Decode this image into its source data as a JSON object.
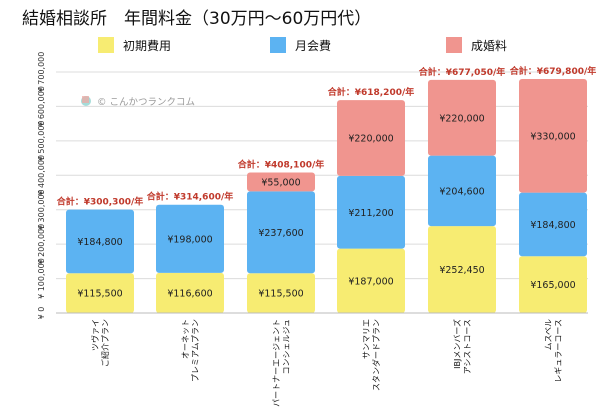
{
  "chart_data": {
    "type": "bar",
    "title": "結婚相談所　年間料金（30万円〜60万円代）",
    "watermark": "© こんかつランクコム",
    "categories": [
      [
        "ツヴァイ",
        "ご紹介プラン"
      ],
      [
        "オーネット",
        "プレミアムプラン"
      ],
      [
        "パートナーエージェント",
        "コンシェルジュ"
      ],
      [
        "サンマリエ",
        "スタンダードプラン"
      ],
      [
        "IBJメンバーズ",
        "アシストコース"
      ],
      [
        "ムスベル",
        "レギュラーコース"
      ]
    ],
    "series": [
      {
        "name": "初期費用",
        "color": "#f7ec72",
        "values": [
          115500,
          116600,
          115500,
          187000,
          252450,
          165000
        ],
        "labels": [
          "¥115,500",
          "¥116,600",
          "¥115,500",
          "¥187,000",
          "¥252,450",
          "¥165,000"
        ]
      },
      {
        "name": "月会費",
        "color": "#5cb3f2",
        "values": [
          184800,
          198000,
          237600,
          211200,
          204600,
          184800
        ],
        "labels": [
          "¥184,800",
          "¥198,000",
          "¥237,600",
          "¥211,200",
          "¥204,600",
          "¥184,800"
        ]
      },
      {
        "name": "成婚料",
        "color": "#f0958f",
        "values": [
          0,
          0,
          55000,
          220000,
          220000,
          330000
        ],
        "labels": [
          "",
          "",
          "¥55,000",
          "¥220,000",
          "¥220,000",
          "¥330,000"
        ]
      }
    ],
    "totals": [
      "合計：¥300,300/年",
      "合計：¥314,600/年",
      "合計：¥408,100/年",
      "合計：¥618,200/年",
      "合計：¥677,050/年",
      "合計：¥679,800/年"
    ],
    "yticks": [
      0,
      100000,
      200000,
      300000,
      400000,
      500000,
      600000,
      700000
    ],
    "ytick_labels": [
      "¥ 0",
      "¥ 100,000",
      "¥ 200,000",
      "¥ 300,000",
      "¥ 400,000",
      "¥ 500,000",
      "¥ 600,000",
      "¥ 700,000"
    ],
    "ylim": [
      0,
      700000
    ],
    "grid": true,
    "legend_position": "top"
  }
}
